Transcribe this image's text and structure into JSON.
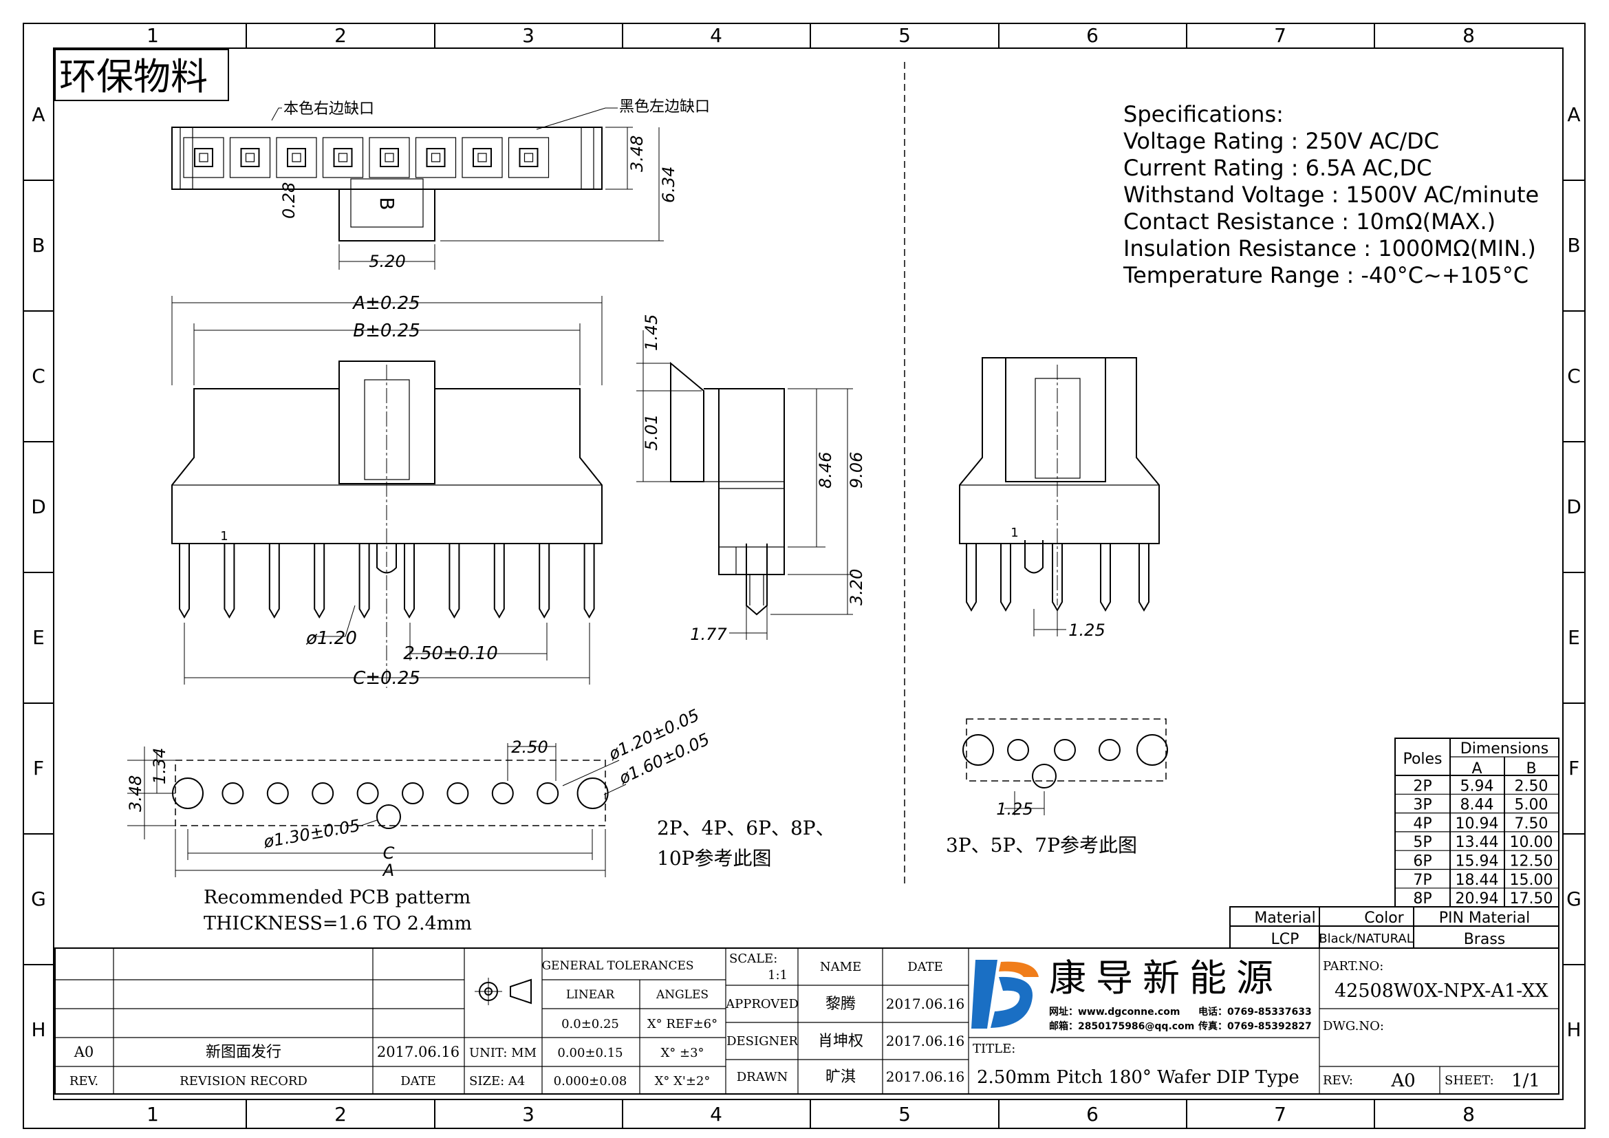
{
  "frame": {
    "cols": [
      "1",
      "2",
      "3",
      "4",
      "5",
      "6",
      "7",
      "8"
    ],
    "rows": [
      "A",
      "B",
      "C",
      "D",
      "E",
      "F",
      "G",
      "H"
    ]
  },
  "badge": "环保物料",
  "top_view": {
    "note_right_notch": "本色右边缺口",
    "note_left_notch": "黑色左边缺口",
    "key_letter": "B",
    "dim_348": "3.48",
    "dim_634": "6.34",
    "dim_028": "0.28",
    "dim_520": "5.20"
  },
  "front_view": {
    "dim_a": "A±0.25",
    "dim_b": "B±0.25",
    "dim_c": "C±0.25",
    "dim_pin": "ø1.20",
    "dim_pitch": "2.50±0.10",
    "pin1": "1"
  },
  "side_view": {
    "dim_145": "1.45",
    "dim_501": "5.01",
    "dim_846": "8.46",
    "dim_906": "9.06",
    "dim_320": "3.20",
    "dim_177": "1.77"
  },
  "odd_view": {
    "pin1": "1",
    "dim_125": "1.25",
    "pcb_dim_125": "1.25",
    "caption": "3P、5P、7P参考此图"
  },
  "pcb": {
    "dim_250": "2.50",
    "dim_hole1": "ø1.20±0.05",
    "dim_hole2": "ø1.60±0.05",
    "dim_peg": "ø1.30±0.05",
    "dim_348": "3.48",
    "dim_134": "1.34",
    "dim_c": "C",
    "dim_a": "A",
    "caption": "2P、4P、6P、8P、",
    "caption2": "10P参考此图",
    "note1": "Recommended PCB patterm",
    "note2": "THICKNESS=1.6 TO 2.4mm"
  },
  "specs": {
    "title": "Specifications:",
    "lines": [
      "Voltage Rating : 250V AC/DC",
      "Current Rating : 6.5A AC,DC",
      "Withstand Voltage : 1500V AC/minute",
      "Contact Resistance : 10mΩ(MAX.)",
      "Insulation Resistance : 1000MΩ(MIN.)",
      "Temperature Range : -40°C~+105°C"
    ]
  },
  "dim_table": {
    "poles_header": "Poles",
    "dims_header": "Dimensions",
    "col_a": "A",
    "col_b": "B",
    "rows": [
      {
        "poles": "2P",
        "a": "5.94",
        "b": "2.50"
      },
      {
        "poles": "3P",
        "a": "8.44",
        "b": "5.00"
      },
      {
        "poles": "4P",
        "a": "10.94",
        "b": "7.50"
      },
      {
        "poles": "5P",
        "a": "13.44",
        "b": "10.00"
      },
      {
        "poles": "6P",
        "a": "15.94",
        "b": "12.50"
      },
      {
        "poles": "7P",
        "a": "18.44",
        "b": "15.00"
      },
      {
        "poles": "8P",
        "a": "20.94",
        "b": "17.50"
      }
    ]
  },
  "material_table": {
    "material_h": "Material",
    "color_h": "Color",
    "pin_h": "PIN Material",
    "material": "LCP",
    "color": "Black/NATURAL",
    "pin": "Brass"
  },
  "title_block": {
    "rev_row": {
      "rev": "A0",
      "record": "新图面发行",
      "date": "2017.06.16"
    },
    "rev_head": {
      "rev": "REV.",
      "record": "REVISION RECORD",
      "date": "DATE"
    },
    "unit": "UNIT: MM",
    "size": "SIZE: A4",
    "gen_tol": "GENERAL TOLERANCES",
    "linear": "LINEAR",
    "angles": "ANGLES",
    "tol_rows": [
      {
        "lin": "0.0±0.25",
        "ang": "X° REF±6°"
      },
      {
        "lin": "0.00±0.15",
        "ang": "X° ±3°"
      },
      {
        "lin": "0.000±0.08",
        "ang": "X° X'±2°"
      }
    ],
    "scale_label": "SCALE:",
    "scale": "1:1",
    "name_h": "NAME",
    "date_h": "DATE",
    "people": [
      {
        "role": "APPROVED",
        "name": "黎腾",
        "date": "2017.06.16"
      },
      {
        "role": "DESIGNER",
        "name": "肖坤权",
        "date": "2017.06.16"
      },
      {
        "role": "DRAWN",
        "name": "旷淇",
        "date": "2017.06.16"
      }
    ],
    "company": "康导新能源",
    "web": "网址：www.dgconne.com",
    "phone": "电话：0769-85337633",
    "mail": "邮箱：2850175986@qq.com",
    "fax": "传真：0769-85392827",
    "title_label": "TITLE:",
    "title": "2.50mm Pitch 180° Wafer DIP Type",
    "part_label": "PART.NO:",
    "part_no": "42508W0X-NPX-A1-XX",
    "dwg_label": "DWG.NO:",
    "rev_label": "REV:",
    "rev": "A0",
    "sheet_label": "SHEET:",
    "sheet": "1/1"
  },
  "colors": {
    "ink": "#000000",
    "logo_blue": "#1a6fc4",
    "logo_orange": "#f07d1a"
  }
}
